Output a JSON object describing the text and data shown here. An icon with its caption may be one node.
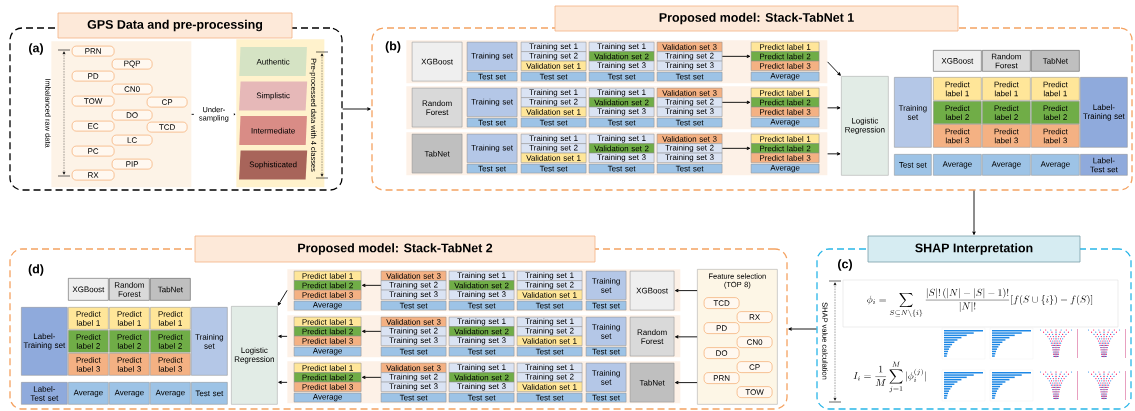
{
  "diagram": {
    "nodes": [
      {
        "text": [
          "GPS Data and pre-processing",
          "(a)"
        ]
      },
      {
        "text": [],
        "shape": "box",
        "in": 0
      },
      {
        "text": [
          "PRN"
        ],
        "in": 1
      },
      {
        "text": [
          "PQP"
        ],
        "in": 1
      },
      {
        "text": [
          "PD"
        ],
        "in": 1
      },
      {
        "text": [
          "CN0"
        ],
        "in": 1
      },
      {
        "text": [
          "TOW"
        ],
        "in": 1
      },
      {
        "text": [
          "CP"
        ],
        "in": 1
      },
      {
        "text": [
          "DO"
        ],
        "in": 1
      },
      {
        "text": [
          "EC"
        ],
        "in": 1
      },
      {
        "text": [
          "TCD"
        ],
        "in": 1
      },
      {
        "text": [
          "LC"
        ],
        "in": 1
      },
      {
        "text": [
          "PC"
        ],
        "in": 1
      },
      {
        "text": [
          "PIP"
        ],
        "in": 1
      },
      {
        "text": [
          "RX"
        ],
        "in": 1
      },
      {
        "text": [],
        "shape": "box",
        "in": 0
      },
      {
        "text": [
          "Authentic"
        ],
        "in": 15
      },
      {
        "text": [
          "Simplistic"
        ],
        "in": 15
      },
      {
        "text": [
          "Intermediate"
        ],
        "in": 15
      },
      {
        "text": [
          "Sophisticated"
        ],
        "in": 15
      },
      {
        "text": [
          "Proposed model: Stack-TabNet 1",
          "(b)"
        ]
      },
      {
        "text": [],
        "shape": "box",
        "in": 20
      },
      {
        "text": [
          "XGBoost"
        ],
        "in": 21
      },
      {
        "text": [
          "Training set"
        ],
        "in": 21
      },
      {
        "text": [
          "Test set"
        ],
        "in": 21
      },
      {
        "text": [
          "Training set 1"
        ],
        "in": 21
      },
      {
        "text": [
          "Training set 2"
        ],
        "in": 21
      },
      {
        "text": [
          "Validation set 1"
        ],
        "in": 21
      },
      {
        "text": [
          "Test set"
        ],
        "in": 21
      },
      {
        "text": [
          "Training set 1"
        ],
        "in": 21
      },
      {
        "text": [
          "Validation set 2"
        ],
        "in": 21
      },
      {
        "text": [
          "Training set 3"
        ],
        "in": 21
      },
      {
        "text": [
          "Test set"
        ],
        "in": 21
      },
      {
        "text": [
          "Validation set 3"
        ],
        "in": 21
      },
      {
        "text": [
          "Training set 2"
        ],
        "in": 21
      },
      {
        "text": [
          "Training set 3"
        ],
        "in": 21
      },
      {
        "text": [
          "Test set"
        ],
        "in": 21
      },
      {
        "text": [
          "Predict label 1"
        ],
        "in": 21
      },
      {
        "text": [
          "Predict label 2"
        ],
        "in": 21
      },
      {
        "text": [
          "Predict label 3"
        ],
        "in": 21
      },
      {
        "text": [
          "Average"
        ],
        "in": 21
      },
      {
        "text": [],
        "shape": "box",
        "in": 20
      },
      {
        "text": [
          "Random Forest"
        ],
        "in": 41
      },
      {
        "text": [
          "Training set"
        ],
        "in": 41
      },
      {
        "text": [
          "Test set"
        ],
        "in": 41
      },
      {
        "text": [
          "Training set 1"
        ],
        "in": 41
      },
      {
        "text": [
          "Training set 2"
        ],
        "in": 41
      },
      {
        "text": [
          "Validation set 1"
        ],
        "in": 41
      },
      {
        "text": [
          "Test set"
        ],
        "in": 41
      },
      {
        "text": [
          "Training set 1"
        ],
        "in": 41
      },
      {
        "text": [
          "Validation set 2"
        ],
        "in": 41
      },
      {
        "text": [
          "Training set 3"
        ],
        "in": 41
      },
      {
        "text": [
          "Test set"
        ],
        "in": 41
      },
      {
        "text": [
          "Validation set 3"
        ],
        "in": 41
      },
      {
        "text": [
          "Training set 2"
        ],
        "in": 41
      },
      {
        "text": [
          "Training set 3"
        ],
        "in": 41
      },
      {
        "text": [
          "Test set"
        ],
        "in": 41
      },
      {
        "text": [
          "Predict label 1"
        ],
        "in": 41
      },
      {
        "text": [
          "Predict label 2"
        ],
        "in": 41
      },
      {
        "text": [
          "Predict label 3"
        ],
        "in": 41
      },
      {
        "text": [
          "Average"
        ],
        "in": 41
      },
      {
        "text": [],
        "shape": "box",
        "in": 20
      },
      {
        "text": [
          "TabNet"
        ],
        "in": 61
      },
      {
        "text": [
          "Training set"
        ],
        "in": 61
      },
      {
        "text": [
          "Test set"
        ],
        "in": 61
      },
      {
        "text": [
          "Training set 1"
        ],
        "in": 61
      },
      {
        "text": [
          "Training set 2"
        ],
        "in": 61
      },
      {
        "text": [
          "Validation set 1"
        ],
        "in": 61
      },
      {
        "text": [
          "Test set"
        ],
        "in": 61
      },
      {
        "text": [
          "Training set 1"
        ],
        "in": 61
      },
      {
        "text": [
          "Validation set 2"
        ],
        "in": 61
      },
      {
        "text": [
          "Training set 3"
        ],
        "in": 61
      },
      {
        "text": [
          "Test set"
        ],
        "in": 61
      },
      {
        "text": [
          "Validation set 3"
        ],
        "in": 61
      },
      {
        "text": [
          "Training set 2"
        ],
        "in": 61
      },
      {
        "text": [
          "Training set 3"
        ],
        "in": 61
      },
      {
        "text": [
          "Test set"
        ],
        "in": 61
      },
      {
        "text": [
          "Predict label 1"
        ],
        "in": 61
      },
      {
        "text": [
          "Predict label 2"
        ],
        "in": 61
      },
      {
        "text": [
          "Predict label 3"
        ],
        "in": 61
      },
      {
        "text": [
          "Average"
        ],
        "in": 61
      },
      {
        "text": [
          "Logistic Regression"
        ],
        "in": 20
      },
      {
        "text": [
          "XGBoost"
        ],
        "in": 20
      },
      {
        "text": [
          "Random Forest"
        ],
        "in": 20
      },
      {
        "text": [
          "TabNet"
        ],
        "in": 20
      },
      {
        "text": [
          "Training set"
        ],
        "in": 20
      },
      {
        "text": [
          "Predict label 1"
        ],
        "in": 20
      },
      {
        "text": [
          "Predict label 1"
        ],
        "in": 20
      },
      {
        "text": [
          "Predict label 1"
        ],
        "in": 20
      },
      {
        "text": [
          "Predict label 2"
        ],
        "in": 20
      },
      {
        "text": [
          "Predict label 2"
        ],
        "in": 20
      },
      {
        "text": [
          "Predict label 2"
        ],
        "in": 20
      },
      {
        "text": [
          "Predict label 3"
        ],
        "in": 20
      },
      {
        "text": [
          "Predict label 3"
        ],
        "in": 20
      },
      {
        "text": [
          "Predict label 3"
        ],
        "in": 20
      },
      {
        "text": [
          "Label-Training set"
        ],
        "in": 20
      },
      {
        "text": [
          "Test set"
        ],
        "in": 20
      },
      {
        "text": [
          "Average"
        ],
        "in": 20
      },
      {
        "text": [
          "Average"
        ],
        "in": 20
      },
      {
        "text": [
          "Average"
        ],
        "in": 20
      },
      {
        "text": [
          "Label-Test set"
        ],
        "in": 20
      },
      {
        "text": [
          "SHAP Interpretation",
          "(c)"
        ]
      },
      {
        "text": [
          "Proposed model: Stack-TabNet 2",
          "(d)"
        ]
      },
      {
        "text": [
          "XGBoost"
        ],
        "in": 102
      },
      {
        "text": [
          "Random Forest"
        ],
        "in": 102
      },
      {
        "text": [
          "TabNet"
        ],
        "in": 102
      },
      {
        "text": [
          "Label-Training set"
        ],
        "in": 102
      },
      {
        "text": [
          "Predict label 1"
        ],
        "in": 102
      },
      {
        "text": [
          "Predict label 1"
        ],
        "in": 102
      },
      {
        "text": [
          "Predict label 1"
        ],
        "in": 102
      },
      {
        "text": [
          "Predict label 2"
        ],
        "in": 102
      },
      {
        "text": [
          "Predict label 2"
        ],
        "in": 102
      },
      {
        "text": [
          "Predict label 2"
        ],
        "in": 102
      },
      {
        "text": [
          "Predict label 3"
        ],
        "in": 102
      },
      {
        "text": [
          "Predict label 3"
        ],
        "in": 102
      },
      {
        "text": [
          "Predict label 3"
        ],
        "in": 102
      },
      {
        "text": [
          "Training set"
        ],
        "in": 102
      },
      {
        "text": [
          "Label-Test set"
        ],
        "in": 102
      },
      {
        "text": [
          "Average"
        ],
        "in": 102
      },
      {
        "text": [
          "Average"
        ],
        "in": 102
      },
      {
        "text": [
          "Average"
        ],
        "in": 102
      },
      {
        "text": [
          "Test set"
        ],
        "in": 102
      },
      {
        "text": [
          "Logistic Regression"
        ],
        "in": 102
      },
      {
        "text": [],
        "shape": "box",
        "in": 102
      },
      {
        "text": [
          "Predict label 1"
        ],
        "in": 123
      },
      {
        "text": [
          "Predict label 2"
        ],
        "in": 123
      },
      {
        "text": [
          "Predict label 3"
        ],
        "in": 123
      },
      {
        "text": [
          "Average"
        ],
        "in": 123
      },
      {
        "text": [
          "Validation set 3"
        ],
        "in": 123
      },
      {
        "text": [
          "Training set 2"
        ],
        "in": 123
      },
      {
        "text": [
          "Training set 3"
        ],
        "in": 123
      },
      {
        "text": [
          "Test set"
        ],
        "in": 123
      },
      {
        "text": [
          "Training set 1"
        ],
        "in": 123
      },
      {
        "text": [
          "Validation set 2"
        ],
        "in": 123
      },
      {
        "text": [
          "Training set 3"
        ],
        "in": 123
      },
      {
        "text": [
          "Test set"
        ],
        "in": 123
      },
      {
        "text": [
          "Training set 1"
        ],
        "in": 123
      },
      {
        "text": [
          "Training set 2"
        ],
        "in": 123
      },
      {
        "text": [
          "Validation set 1"
        ],
        "in": 123
      },
      {
        "text": [
          "Test set"
        ],
        "in": 123
      },
      {
        "text": [
          "Training set"
        ],
        "in": 123
      },
      {
        "text": [
          "Test set"
        ],
        "in": 123
      },
      {
        "text": [
          "XGBoost"
        ],
        "in": 123
      },
      {
        "text": [],
        "shape": "box",
        "in": 102
      },
      {
        "text": [
          "Predict label 1"
        ],
        "in": 143
      },
      {
        "text": [
          "Predict label 2"
        ],
        "in": 143
      },
      {
        "text": [
          "Predict label 3"
        ],
        "in": 143
      },
      {
        "text": [
          "Average"
        ],
        "in": 143
      },
      {
        "text": [
          "Validation set 3"
        ],
        "in": 143
      },
      {
        "text": [
          "Training set 2"
        ],
        "in": 143
      },
      {
        "text": [
          "Training set 3"
        ],
        "in": 143
      },
      {
        "text": [
          "Test set"
        ],
        "in": 143
      },
      {
        "text": [
          "Training set 1"
        ],
        "in": 143
      },
      {
        "text": [
          "Validation set 2"
        ],
        "in": 143
      },
      {
        "text": [
          "Training set 3"
        ],
        "in": 143
      },
      {
        "text": [
          "Test set"
        ],
        "in": 143
      },
      {
        "text": [
          "Training set 1"
        ],
        "in": 143
      },
      {
        "text": [
          "Training set 2"
        ],
        "in": 143
      },
      {
        "text": [
          "Validation set 1"
        ],
        "in": 143
      },
      {
        "text": [
          "Test set"
        ],
        "in": 143
      },
      {
        "text": [
          "Training set"
        ],
        "in": 143
      },
      {
        "text": [
          "Test set"
        ],
        "in": 143
      },
      {
        "text": [
          "Random Forest"
        ],
        "in": 143
      },
      {
        "text": [],
        "shape": "box",
        "in": 102
      },
      {
        "text": [
          "Predict label 1"
        ],
        "in": 163
      },
      {
        "text": [
          "Predict label 2"
        ],
        "in": 163
      },
      {
        "text": [
          "Predict label 3"
        ],
        "in": 163
      },
      {
        "text": [
          "Average"
        ],
        "in": 163
      },
      {
        "text": [
          "Validation set 3"
        ],
        "in": 163
      },
      {
        "text": [
          "Training set 2"
        ],
        "in": 163
      },
      {
        "text": [
          "Training set 3"
        ],
        "in": 163
      },
      {
        "text": [
          "Test set"
        ],
        "in": 163
      },
      {
        "text": [
          "Training set 1"
        ],
        "in": 163
      },
      {
        "text": [
          "Validation set 2"
        ],
        "in": 163
      },
      {
        "text": [
          "Training set 3"
        ],
        "in": 163
      },
      {
        "text": [
          "Test set"
        ],
        "in": 163
      },
      {
        "text": [
          "Training set 1"
        ],
        "in": 163
      },
      {
        "text": [
          "Training set 2"
        ],
        "in": 163
      },
      {
        "text": [
          "Validation set 1"
        ],
        "in": 163
      },
      {
        "text": [
          "Test set"
        ],
        "in": 163
      },
      {
        "text": [
          "Training set"
        ],
        "in": 163
      },
      {
        "text": [
          "Test set"
        ],
        "in": 163
      },
      {
        "text": [
          "TabNet"
        ],
        "in": 163
      },
      {
        "text": [
          "Feature selection (TOP 8)"
        ],
        "in": 102
      },
      {
        "text": [
          "TCD"
        ],
        "in": 183
      },
      {
        "text": [
          "RX"
        ],
        "in": 183
      },
      {
        "text": [
          "PD"
        ],
        "in": 183
      },
      {
        "text": [
          "CN0"
        ],
        "in": 183
      },
      {
        "text": [
          "DO"
        ],
        "in": 183
      },
      {
        "text": [
          "CP"
        ],
        "in": 183
      },
      {
        "text": [
          "PRN"
        ],
        "in": 183
      },
      {
        "text": [
          "TOW"
        ],
        "in": 183
      }
    ],
    "edges": [
      {
        "from": 0,
        "to": 20,
        "arrow": "to"
      },
      {
        "from": 1,
        "to": 15,
        "arrow": "to",
        "label": "Under-sampling"
      },
      {
        "from": 34,
        "to": 38,
        "arrow": "to"
      },
      {
        "from": 54,
        "to": 58,
        "arrow": "to"
      },
      {
        "from": 74,
        "to": 78,
        "arrow": "to"
      },
      {
        "from": 21,
        "to": 81,
        "arrow": "to"
      },
      {
        "from": 41,
        "to": 81,
        "arrow": "to"
      },
      {
        "from": 61,
        "to": 81,
        "arrow": "to"
      },
      {
        "from": 20,
        "to": 101,
        "arrow": "to"
      },
      {
        "from": 101,
        "to": 102,
        "arrow": "to"
      },
      {
        "from": 183,
        "to": 142,
        "arrow": "to"
      },
      {
        "from": 183,
        "to": 162,
        "arrow": "to"
      },
      {
        "from": 183,
        "to": 182,
        "arrow": "to"
      },
      {
        "from": 129,
        "to": 125,
        "arrow": "to"
      },
      {
        "from": 149,
        "to": 145,
        "arrow": "to"
      },
      {
        "from": 169,
        "to": 165,
        "arrow": "to"
      },
      {
        "from": 123,
        "to": 122,
        "arrow": "to"
      },
      {
        "from": 143,
        "to": 122,
        "arrow": "to"
      },
      {
        "from": 163,
        "to": 122,
        "arrow": "to"
      }
    ],
    "labels": [
      "Imbalanced raw data",
      "Pre-processed data with 4 classes",
      "SHAP value calculation",
      "\\phi_i = \\sum_{S\\subseteq N\\setminus\\{i\\}}\\frac{|S|!\\,(|N|-|S|-1)!}{|N|!}[f(S\\cup\\{i\\})-f(S)]",
      "I_i = \\frac{1}{M}\\sum_{j=1}^{M}|\\phi_i^{(j)}|"
    ]
  }
}
